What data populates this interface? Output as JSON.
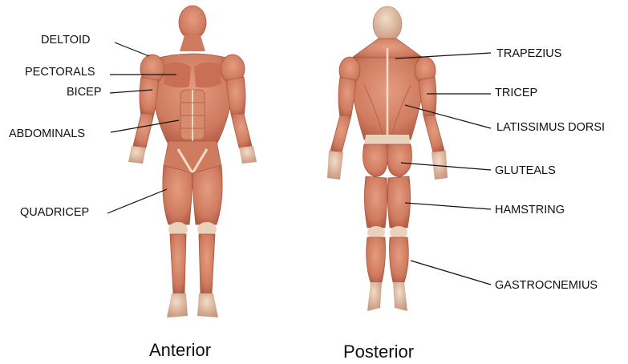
{
  "figures": {
    "anterior": {
      "caption": "Anterior",
      "labels": [
        "DELTOID",
        "PECTORALS",
        "BICEP",
        "ABDOMINALS",
        "QUADRICEP"
      ]
    },
    "posterior": {
      "caption": "Posterior",
      "labels": [
        "TRAPEZIUS",
        "TRICEP",
        "LATISSIMUS DORSI",
        "GLUTEALS",
        "HAMSTRING",
        "GASTROCNEMIUS"
      ]
    }
  },
  "colors": {
    "muscle": "#d6876b",
    "muscle_dark": "#b8614a",
    "tendon": "#f1ddc7",
    "line": "#111111"
  }
}
